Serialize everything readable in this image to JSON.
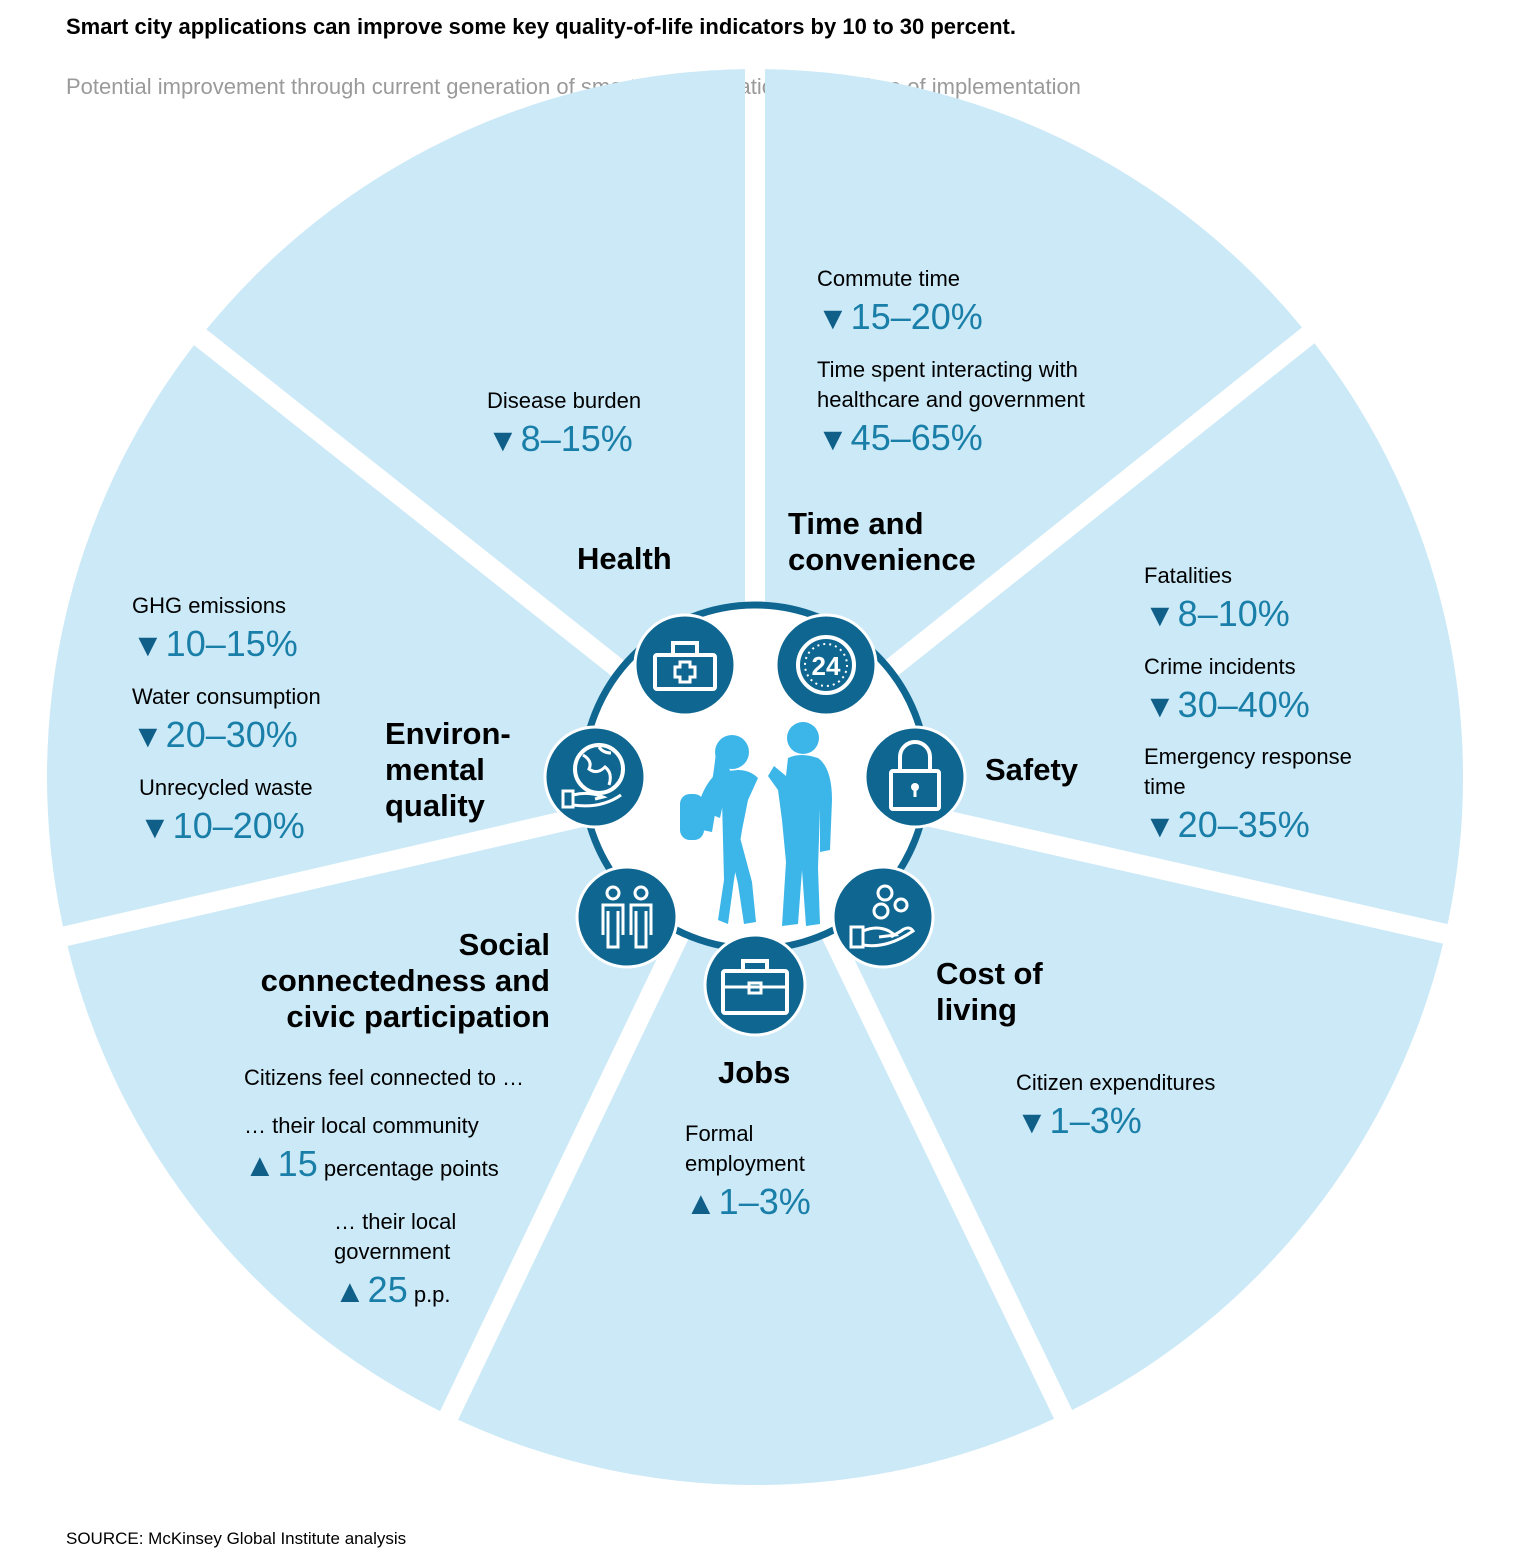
{
  "header": {
    "title": "Smart city applications can improve some key quality-of-life indicators by 10 to 30 percent.",
    "subtitle": "Potential improvement through current generation of smart city applications, from time of implementation"
  },
  "footer": {
    "source": "SOURCE:  McKinsey Global Institute analysis"
  },
  "colors": {
    "segment": "#cbe9f7",
    "icon_circle": "#0f6791",
    "ring": "#0f6791",
    "figure": "#3cb5e8",
    "value": "#1a7fa8",
    "arrow": "#0f5f88"
  },
  "arrows": {
    "down": "▼",
    "up": "▲"
  },
  "categories": {
    "health": {
      "title": [
        "Health"
      ],
      "icon": "medical-kit-icon",
      "metrics": [
        {
          "label": [
            "Disease burden"
          ],
          "value": "8–15%",
          "direction": "down"
        }
      ]
    },
    "time": {
      "title": [
        "Time and",
        "convenience"
      ],
      "icon": "clock-24-icon",
      "metrics": [
        {
          "label": [
            "Commute time"
          ],
          "value": "15–20%",
          "direction": "down"
        },
        {
          "label": [
            "Time spent interacting with",
            "healthcare and government"
          ],
          "value": "45–65%",
          "direction": "down"
        }
      ]
    },
    "safety": {
      "title": [
        "Safety"
      ],
      "icon": "padlock-icon",
      "metrics": [
        {
          "label": [
            "Fatalities"
          ],
          "value": "8–10%",
          "direction": "down"
        },
        {
          "label": [
            "Crime incidents"
          ],
          "value": "30–40%",
          "direction": "down"
        },
        {
          "label": [
            "Emergency response",
            "time"
          ],
          "value": "20–35%",
          "direction": "down"
        }
      ]
    },
    "cost": {
      "title": [
        "Cost of",
        "living"
      ],
      "icon": "hand-coins-icon",
      "metrics": [
        {
          "label": [
            "Citizen expenditures"
          ],
          "value": "1–3%",
          "direction": "down"
        }
      ]
    },
    "jobs": {
      "title": [
        "Jobs"
      ],
      "icon": "briefcase-icon",
      "metrics": [
        {
          "label": [
            "Formal",
            "employment"
          ],
          "value": "1–3%",
          "direction": "up"
        }
      ]
    },
    "social": {
      "title": [
        "Social",
        "connectedness and",
        "civic participation"
      ],
      "icon": "two-people-icon",
      "intro": "Citizens feel connected to …",
      "metrics": [
        {
          "label": [
            "… their local community"
          ],
          "value": "15",
          "unit": "percentage points",
          "direction": "up"
        },
        {
          "label": [
            "… their local",
            "government"
          ],
          "value": "25",
          "unit": "p.p.",
          "direction": "up"
        }
      ]
    },
    "environment": {
      "title": [
        "Environ-",
        "mental",
        "quality"
      ],
      "icon": "globe-hand-icon",
      "metrics": [
        {
          "label": [
            "GHG emissions"
          ],
          "value": "10–15%",
          "direction": "down"
        },
        {
          "label": [
            "Water consumption"
          ],
          "value": "20–30%",
          "direction": "down"
        },
        {
          "label": [
            "Unrecycled waste"
          ],
          "value": "10–20%",
          "direction": "down"
        }
      ]
    }
  }
}
